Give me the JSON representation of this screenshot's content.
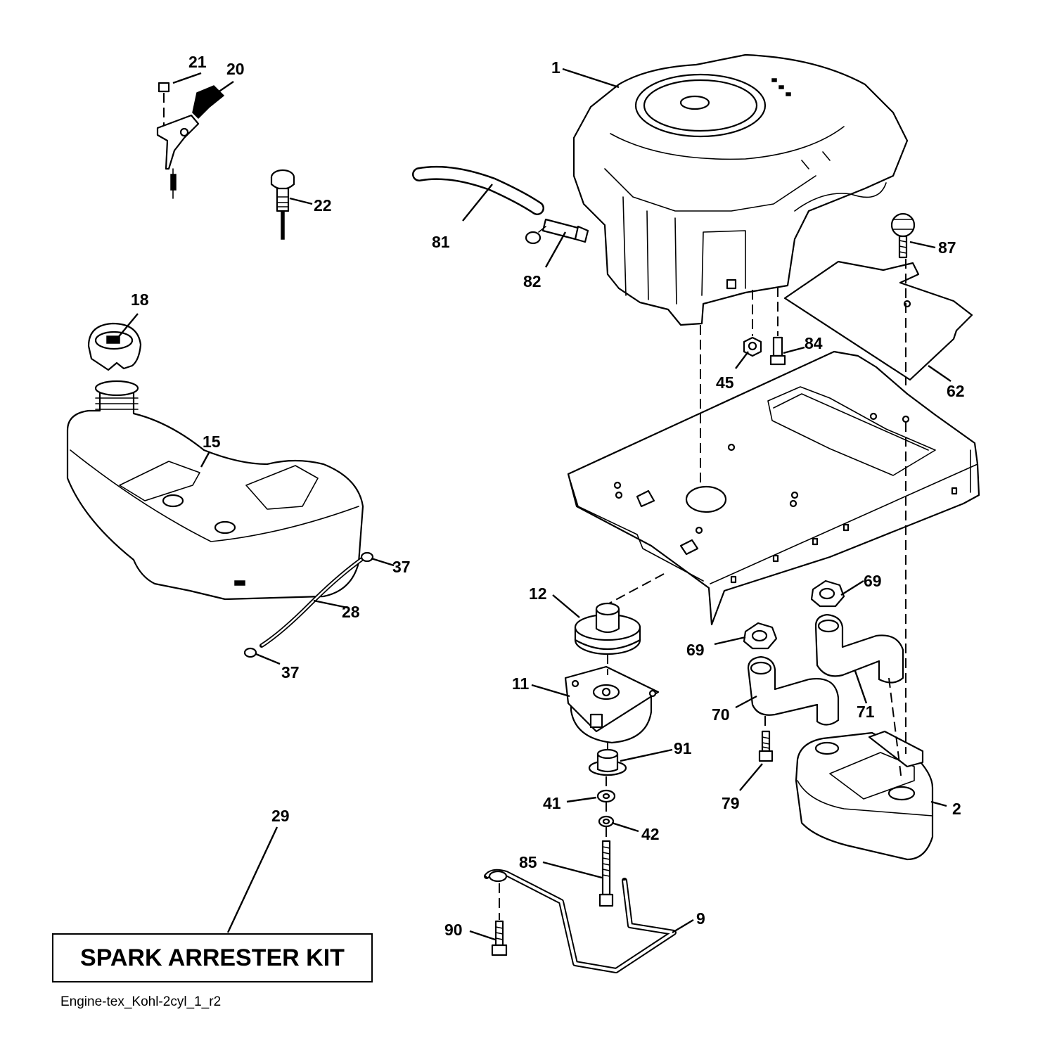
{
  "kit_box": {
    "label": "SPARK ARRESTER KIT"
  },
  "drawing_id": "Engine-tex_Kohl-2cyl_1_r2",
  "callouts": {
    "c1": "1",
    "c2": "2",
    "c9": "9",
    "c11": "11",
    "c12": "12",
    "c15": "15",
    "c18": "18",
    "c20": "20",
    "c21": "21",
    "c22": "22",
    "c28": "28",
    "c29": "29",
    "c37a": "37",
    "c37b": "37",
    "c41": "41",
    "c42": "42",
    "c45": "45",
    "c62": "62",
    "c69a": "69",
    "c69b": "69",
    "c70": "70",
    "c71": "71",
    "c79": "79",
    "c81": "81",
    "c82": "82",
    "c84": "84",
    "c85": "85",
    "c87": "87",
    "c90": "90",
    "c91": "91"
  }
}
